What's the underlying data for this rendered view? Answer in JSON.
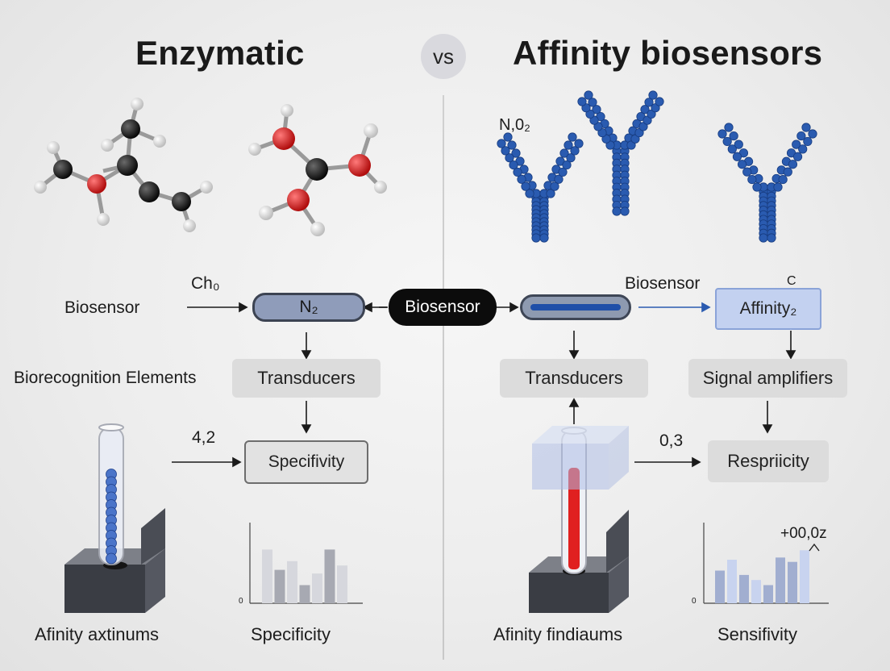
{
  "left": {
    "title": "Enzymatic",
    "flow": {
      "input_label": "Biosensor",
      "arrow_label": "Ch₀",
      "node_label": "N₂",
      "recognition_label": "Biorecognition Elements",
      "transducer_label": "Transducers",
      "value_label": "4,2",
      "result_label": "Specifivity"
    },
    "bottom_captions": [
      "Afinity axtinums",
      "Specificity"
    ],
    "chart": {
      "zero_label": "0",
      "bars": [
        {
          "value": 0.74,
          "shade": "light"
        },
        {
          "value": 0.46,
          "shade": "dark"
        },
        {
          "value": 0.58,
          "shade": "light"
        },
        {
          "value": 0.25,
          "shade": "dark"
        },
        {
          "value": 0.41,
          "shade": "light"
        },
        {
          "value": 0.74,
          "shade": "dark"
        },
        {
          "value": 0.52,
          "shade": "light"
        }
      ]
    }
  },
  "vs_label": "vs",
  "center_label": "Biosensor",
  "right": {
    "title": "Affinity biosensors",
    "antibody_label": "N,0₂",
    "flow": {
      "biosensor_label": "Biosensor",
      "affinity_label": "Affinity₂",
      "corner_glyph": "C",
      "transducer_label": "Transducers",
      "amplifier_label": "Signal amplifiers",
      "value_label": "0,3",
      "result_label": "Respriicity"
    },
    "bottom_captions": [
      "Afinity findiaums",
      "Sensifivity"
    ],
    "chart": {
      "zero_label": "0",
      "annotation": "+00,0z",
      "bars": [
        {
          "value": 0.45,
          "shade": "mid"
        },
        {
          "value": 0.6,
          "shade": "light"
        },
        {
          "value": 0.39,
          "shade": "mid"
        },
        {
          "value": 0.32,
          "shade": "light"
        },
        {
          "value": 0.25,
          "shade": "mid"
        },
        {
          "value": 0.63,
          "shade": "mid"
        },
        {
          "value": 0.57,
          "shade": "mid"
        },
        {
          "value": 0.73,
          "shade": "light"
        }
      ]
    }
  },
  "colors": {
    "carbon": "#151515",
    "oxygen": "#d41c1c",
    "hydrogen": "#f2f2f2",
    "antibody": "#2a5bb0",
    "transducer_box": "#dcdcdc",
    "affinity_box": "#c3d1f0",
    "laser": "#e02020"
  }
}
